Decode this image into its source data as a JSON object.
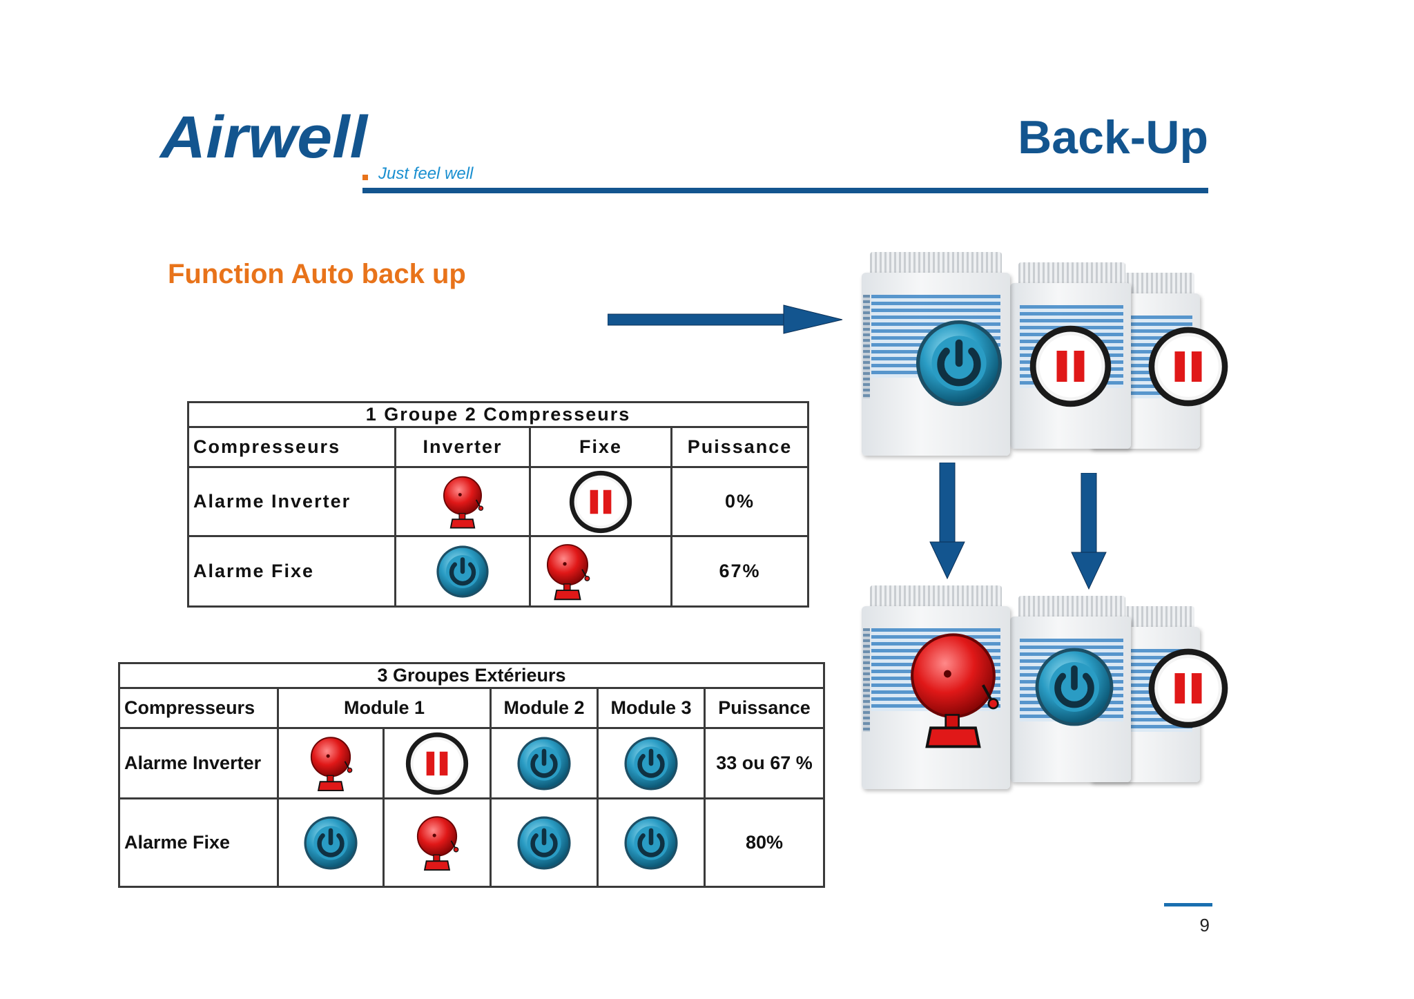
{
  "header": {
    "logo": "Airwell",
    "tagline": "Just feel well",
    "title": "Back-Up"
  },
  "subtitle": "Function Auto back up",
  "table1": {
    "title": "1 Groupe 2 Compresseurs",
    "headers": [
      "Compresseurs",
      "Inverter",
      "Fixe",
      "Puissance"
    ],
    "rows": [
      {
        "label": "Alarme Inverter",
        "inverter": "alarm-bell-icon",
        "fixe": "stop-button-icon",
        "puissance": "0%"
      },
      {
        "label": "Alarme Fixe",
        "inverter": "power-button-icon",
        "fixe": "alarm-bell-icon",
        "puissance": "67%"
      }
    ]
  },
  "table2": {
    "title": "3 Groupes Extérieurs",
    "headers": [
      "Compresseurs",
      "Module 1",
      "Module 2",
      "Module 3",
      "Puissance"
    ],
    "rows": [
      {
        "label": "Alarme Inverter",
        "module1": [
          "alarm-bell-icon",
          "stop-button-icon"
        ],
        "module2": "power-button-icon",
        "module3": "power-button-icon",
        "puissance": "33 ou 67 %"
      },
      {
        "label": "Alarme Fixe",
        "module1": [
          "power-button-icon",
          "alarm-bell-icon"
        ],
        "module2": "power-button-icon",
        "module3": "power-button-icon",
        "puissance": "80%"
      }
    ]
  },
  "diagram": {
    "top_units": [
      "power-button-icon",
      "stop-button-icon",
      "stop-button-icon"
    ],
    "bottom_units": [
      "alarm-bell-icon",
      "power-button-icon",
      "stop-button-icon"
    ],
    "arrow_color": "#13558f"
  },
  "page_number": "9",
  "colors": {
    "brand_blue": "#13558f",
    "accent_orange": "#e8731a",
    "alarm_red": "#e01818",
    "power_teal": "#2a9cc4"
  }
}
